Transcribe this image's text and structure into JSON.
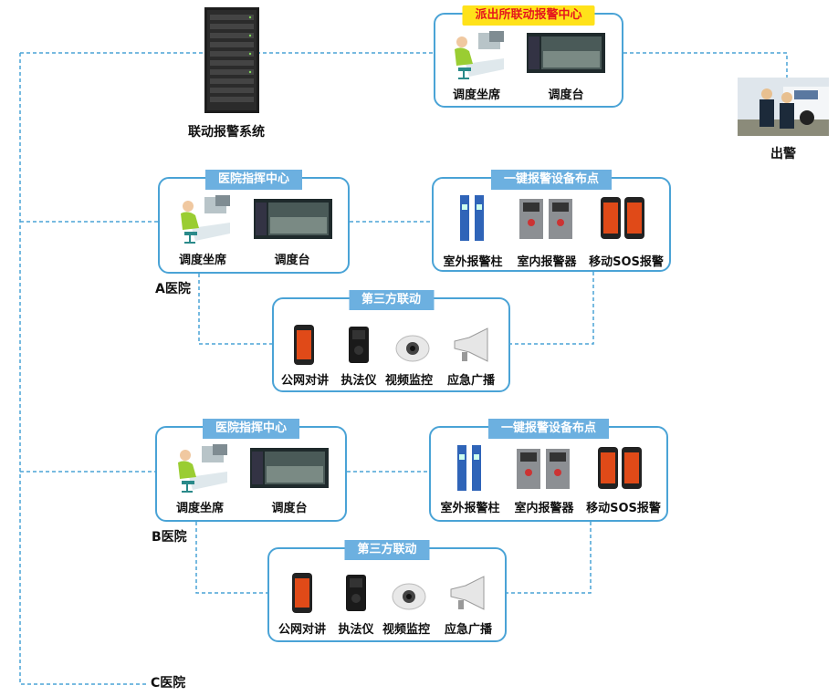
{
  "top": {
    "system_label": "联动报警系统",
    "police_center": {
      "title": "派出所联动报警中心",
      "items": [
        "调度坐席",
        "调度台"
      ]
    },
    "dispatch_label": "出警"
  },
  "hospitals": [
    {
      "name": "A医院",
      "command": {
        "title": "医院指挥中心",
        "items": [
          "调度坐席",
          "调度台"
        ]
      },
      "alarm": {
        "title": "一键报警设备布点",
        "items": [
          "室外报警柱",
          "室内报警器",
          "移动SOS报警"
        ]
      },
      "third": {
        "title": "第三方联动",
        "items": [
          "公网对讲",
          "执法仪",
          "视频监控",
          "应急广播"
        ]
      }
    },
    {
      "name": "B医院",
      "command": {
        "title": "医院指挥中心",
        "items": [
          "调度坐席",
          "调度台"
        ]
      },
      "alarm": {
        "title": "一键报警设备布点",
        "items": [
          "室外报警柱",
          "室内报警器",
          "移动SOS报警"
        ]
      },
      "third": {
        "title": "第三方联动",
        "items": [
          "公网对讲",
          "执法仪",
          "视频监控",
          "应急广播"
        ]
      }
    },
    {
      "name": "C医院"
    }
  ],
  "colors": {
    "line": "#4aa3d6",
    "title_bg": "#6cb0e0",
    "alert_bg": "#ffe21a",
    "alert_text": "#e5161d"
  }
}
